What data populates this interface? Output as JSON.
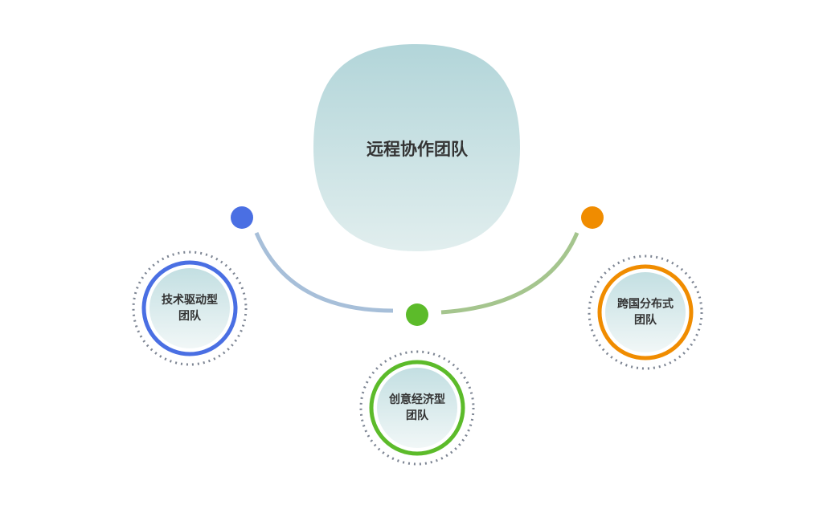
{
  "title": "远程协作团队",
  "nodes": [
    {
      "line1": "技术驱动型",
      "line2": "团队",
      "color": "#4a6fe3"
    },
    {
      "line1": "创意经济型",
      "line2": "团队",
      "color": "#5cbb2a"
    },
    {
      "line1": "跨国分布式",
      "line2": "团队",
      "color": "#f08c00"
    }
  ],
  "colors": {
    "arc_left": "#a7bfd9",
    "arc_right": "#a5c58e",
    "dots": "#7d8593"
  }
}
